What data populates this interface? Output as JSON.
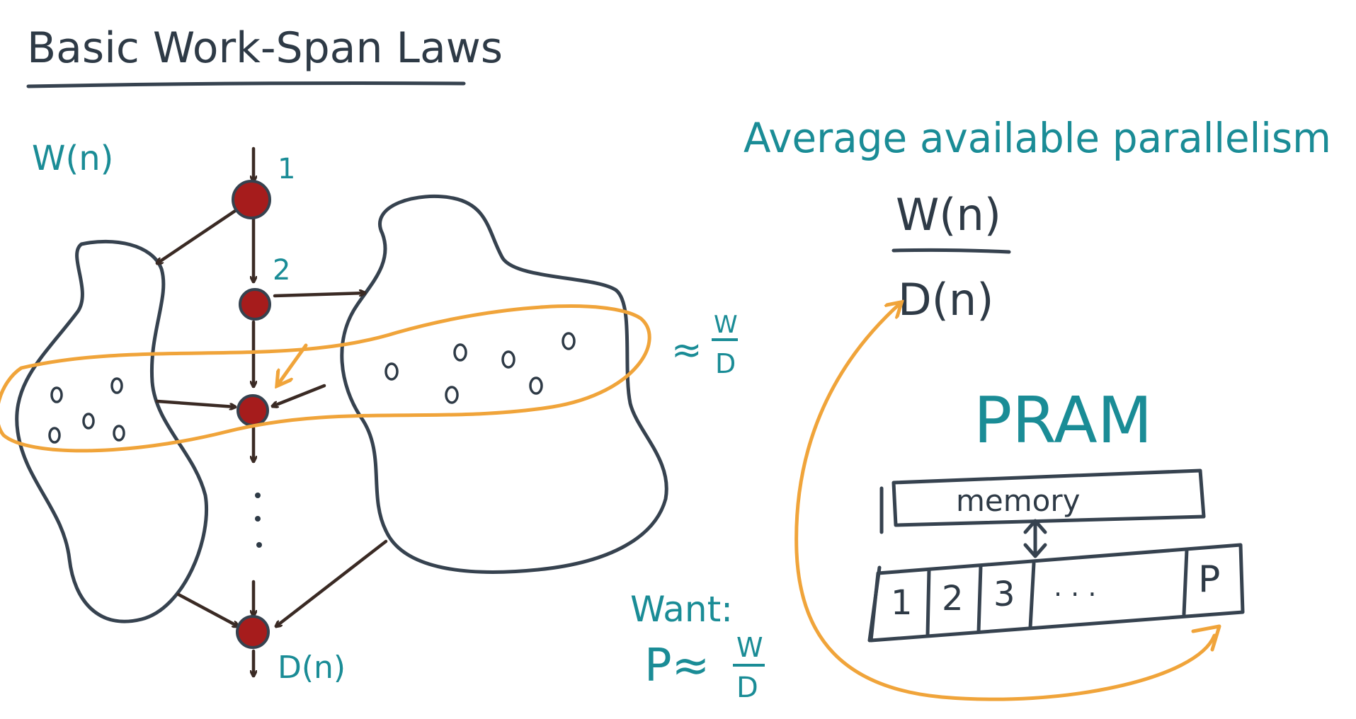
{
  "title": "Basic Work-Span Laws",
  "dag": {
    "work_label": "W(n)",
    "level1_label": "1",
    "level2_label": "2",
    "span_label": "D(n)",
    "approx_label": "≈",
    "frac_numerator": "W",
    "frac_denominator": "D"
  },
  "parallelism": {
    "heading": "Average available parallelism",
    "numerator": "W(n)",
    "denominator": "D(n)"
  },
  "want": {
    "label": "Want:",
    "lhs": "P≈",
    "numerator": "W",
    "denominator": "D"
  },
  "pram": {
    "title": "PRAM",
    "memory_label": "memory",
    "processors": [
      "1",
      "2",
      "3",
      ". . .",
      "P"
    ]
  },
  "colors": {
    "ink": "#36424f",
    "teal": "#1a8c96",
    "orange": "#f0a43a",
    "node_red": "#a61c1c",
    "arrow_brown": "#3a2a24"
  }
}
